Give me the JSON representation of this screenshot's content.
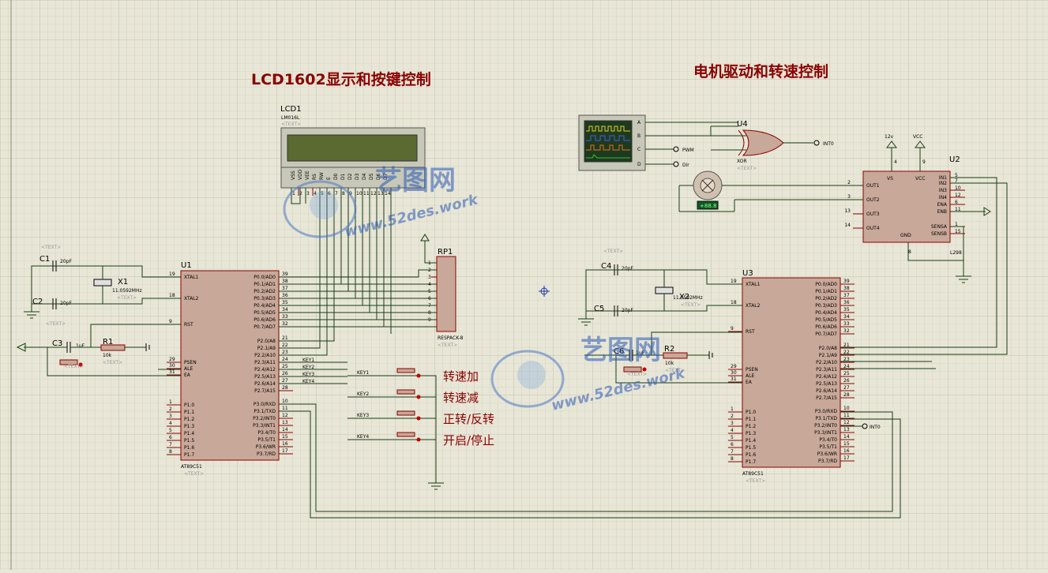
{
  "titles": {
    "lcd_section": "LCD1602显示和按键控制",
    "motor_section": "电机驱动和转速控制"
  },
  "placeholder_text": "<TEXT>",
  "watermark": {
    "logo": "艺图网",
    "url": "www.52des.work"
  },
  "lcd": {
    "ref": "LCD1",
    "model": "LM016L",
    "pins": [
      "VSS",
      "VDD",
      "VEE",
      "RS",
      "RW",
      "E",
      "D0",
      "D1",
      "D2",
      "D3",
      "D4",
      "D5",
      "D6",
      "D7"
    ],
    "pin_numbers": [
      "1",
      "2",
      "3",
      "4",
      "5",
      "6",
      "7",
      "8",
      "9",
      "10",
      "11",
      "12",
      "13",
      "14"
    ]
  },
  "u1": {
    "ref": "U1",
    "model": "AT89C51",
    "left_pins": [
      [
        "19",
        "XTAL1"
      ],
      [
        "18",
        "XTAL2"
      ],
      [
        "9",
        "RST"
      ],
      [
        "29",
        "PSEN"
      ],
      [
        "30",
        "ALE"
      ],
      [
        "31",
        "EA"
      ],
      [
        "1",
        "P1.0"
      ],
      [
        "2",
        "P1.1"
      ],
      [
        "3",
        "P1.2"
      ],
      [
        "4",
        "P1.3"
      ],
      [
        "5",
        "P1.4"
      ],
      [
        "6",
        "P1.5"
      ],
      [
        "7",
        "P1.6"
      ],
      [
        "8",
        "P1.7"
      ]
    ],
    "right_pins": [
      [
        "39",
        "P0.0/AD0"
      ],
      [
        "38",
        "P0.1/AD1"
      ],
      [
        "37",
        "P0.2/AD2"
      ],
      [
        "36",
        "P0.3/AD3"
      ],
      [
        "35",
        "P0.4/AD4"
      ],
      [
        "34",
        "P0.5/AD5"
      ],
      [
        "33",
        "P0.6/AD6"
      ],
      [
        "32",
        "P0.7/AD7"
      ],
      [
        "21",
        "P2.0/A8"
      ],
      [
        "22",
        "P2.1/A9"
      ],
      [
        "23",
        "P2.2/A10"
      ],
      [
        "24",
        "P2.3/A11"
      ],
      [
        "25",
        "P2.4/A12"
      ],
      [
        "26",
        "P2.5/A13"
      ],
      [
        "27",
        "P2.6/A14"
      ],
      [
        "28",
        "P2.7/A15"
      ],
      [
        "10",
        "P3.0/RXD"
      ],
      [
        "11",
        "P3.1/TXD"
      ],
      [
        "12",
        "P3.2/INT0"
      ],
      [
        "13",
        "P3.3/INT1"
      ],
      [
        "14",
        "P3.4/T0"
      ],
      [
        "15",
        "P3.5/T1"
      ],
      [
        "16",
        "P3.6/WR"
      ],
      [
        "17",
        "P3.7/RD"
      ]
    ]
  },
  "u3": {
    "ref": "U3",
    "model": "AT89C51"
  },
  "components": {
    "c1": {
      "ref": "C1",
      "value": "20pF"
    },
    "c2": {
      "ref": "C2",
      "value": "20pF"
    },
    "c3": {
      "ref": "C3",
      "value": "1uF"
    },
    "x1": {
      "ref": "X1",
      "value": "11.0592MHz"
    },
    "r1": {
      "ref": "R1",
      "value": "10k"
    },
    "c4": {
      "ref": "C4",
      "value": "20pF"
    },
    "c5": {
      "ref": "C5",
      "value": "20pF"
    },
    "c6": {
      "ref": "C6",
      "value": "1uF"
    },
    "x2": {
      "ref": "X2",
      "value": "11.0592MHz"
    },
    "r2": {
      "ref": "R2",
      "value": "10k"
    },
    "rp1": {
      "ref": "RP1",
      "model": "RESPACK-8",
      "pins": [
        "1",
        "2",
        "3",
        "4",
        "5",
        "6",
        "7",
        "8",
        "9"
      ]
    },
    "u4": {
      "ref": "U4",
      "model": "XOR"
    },
    "u2": {
      "ref": "U2",
      "model": "L298",
      "left_pins": [
        [
          "2",
          "OUT1"
        ],
        [
          "3",
          "OUT2"
        ],
        [
          "13",
          "OUT3"
        ],
        [
          "14",
          "OUT4"
        ]
      ],
      "right_pins": [
        [
          "5",
          "IN1"
        ],
        [
          "7",
          "IN2"
        ],
        [
          "10",
          "IN3"
        ],
        [
          "12",
          "IN4"
        ],
        [
          "6",
          "ENA"
        ],
        [
          "11",
          "ENB"
        ],
        [
          "1",
          "SENSA"
        ],
        [
          "15",
          "SENSB"
        ]
      ],
      "top_pins": [
        [
          "4",
          "VS"
        ],
        [
          "9",
          "VCC"
        ]
      ],
      "bottom_pin": [
        "8",
        "GND"
      ]
    },
    "power": {
      "v12": "12v",
      "vcc": "VCC"
    },
    "motor_display": "+88.8"
  },
  "scope": {
    "channels": [
      "A",
      "B",
      "C",
      "D"
    ]
  },
  "nets": {
    "pwm": "PWM",
    "dir": "Dir",
    "int0": "INT0",
    "int0_u3": "INT0"
  },
  "keys": [
    {
      "net": "KEY1",
      "label": "转速加"
    },
    {
      "net": "KEY2",
      "label": "转速减"
    },
    {
      "net": "KEY3",
      "label": "正转/反转"
    },
    {
      "net": "KEY4",
      "label": "开启/停止"
    }
  ],
  "colors": {
    "title": "#8b0000",
    "wire": "#163e16",
    "chip_fill": "#c8a898",
    "lcd_screen": "#5a6a30",
    "grid_bg": "#e8e6d6"
  }
}
